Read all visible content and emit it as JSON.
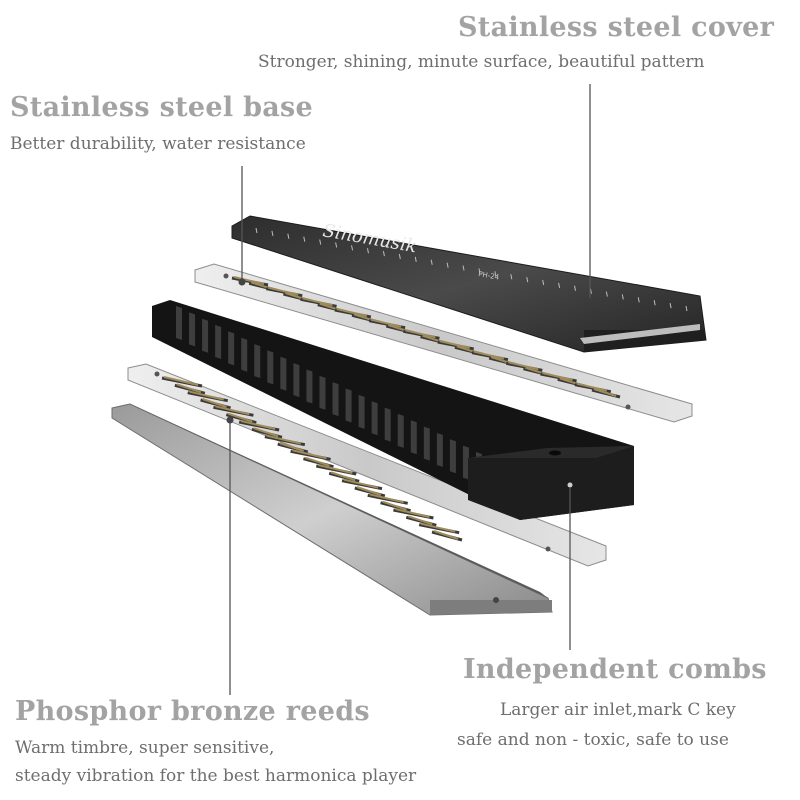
{
  "cover": {
    "title": "Stainless steel cover",
    "desc": "Stronger, shining, minute surface, beautiful pattern"
  },
  "base": {
    "title": "Stainless steel base",
    "desc": "Better durability, water resistance"
  },
  "combs": {
    "title": "Independent combs",
    "desc_line1": "Larger air inlet,mark C key",
    "desc_line2": "safe and non - toxic, safe to use"
  },
  "reeds": {
    "title": "Phosphor bronze reeds",
    "desc_line1": "Warm timbre, super sensitive,",
    "desc_line2": "steady vibration for the best harmonica player"
  },
  "product": {
    "brand_logo": "Sinomusik",
    "model": "PH-24"
  },
  "colors": {
    "title_gray": "#a3a3a3",
    "desc_gray": "#6e6e6e",
    "cover_dark": "#3a3a3a",
    "comb_black": "#1a1a1a",
    "steel": "#d8d8d8",
    "reed_bronze": "#a08c5a"
  }
}
